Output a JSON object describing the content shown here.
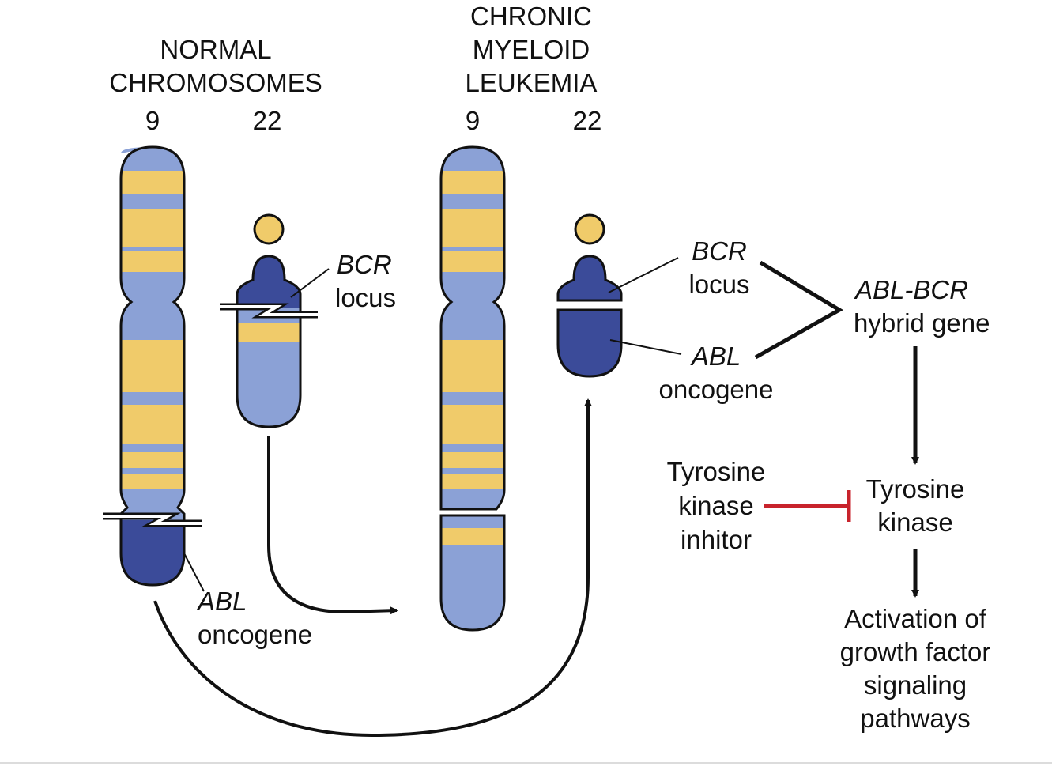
{
  "headers": {
    "normal_line1": "NORMAL",
    "normal_line2": "CHROMOSOMES",
    "cml_line1": "CHRONIC",
    "cml_line2": "MYELOID",
    "cml_line3": "LEUKEMIA"
  },
  "chromosome_numbers": {
    "normal_9": "9",
    "normal_22": "22",
    "cml_9": "9",
    "cml_22": "22"
  },
  "labels": {
    "bcr_normal": "BCR",
    "bcr_normal_locus": "locus",
    "abl_normal": "ABL",
    "abl_normal_oncogene": "oncogene",
    "bcr_cml": "BCR",
    "bcr_cml_locus": "locus",
    "abl_cml": "ABL",
    "abl_cml_oncogene": "oncogene",
    "hybrid_gene_name": "ABL-BCR",
    "hybrid_gene_suffix": "hybrid gene",
    "tyrosine_kinase_line1": "Tyrosine",
    "tyrosine_kinase_line2": "kinase",
    "inhibitor_line1": "Tyrosine",
    "inhibitor_line2": "kinase",
    "inhibitor_line3": "inhitor",
    "activation_line1": "Activation of",
    "activation_line2": "growth factor",
    "activation_line3": "signaling",
    "activation_line4": "pathways"
  },
  "colors": {
    "chromosome_light": "#8ba1d6",
    "chromosome_band": "#f0cb6a",
    "chromosome_dark": "#3b4b99",
    "outline": "#111111",
    "inhibition": "#c8232c",
    "arrow": "#111111"
  }
}
